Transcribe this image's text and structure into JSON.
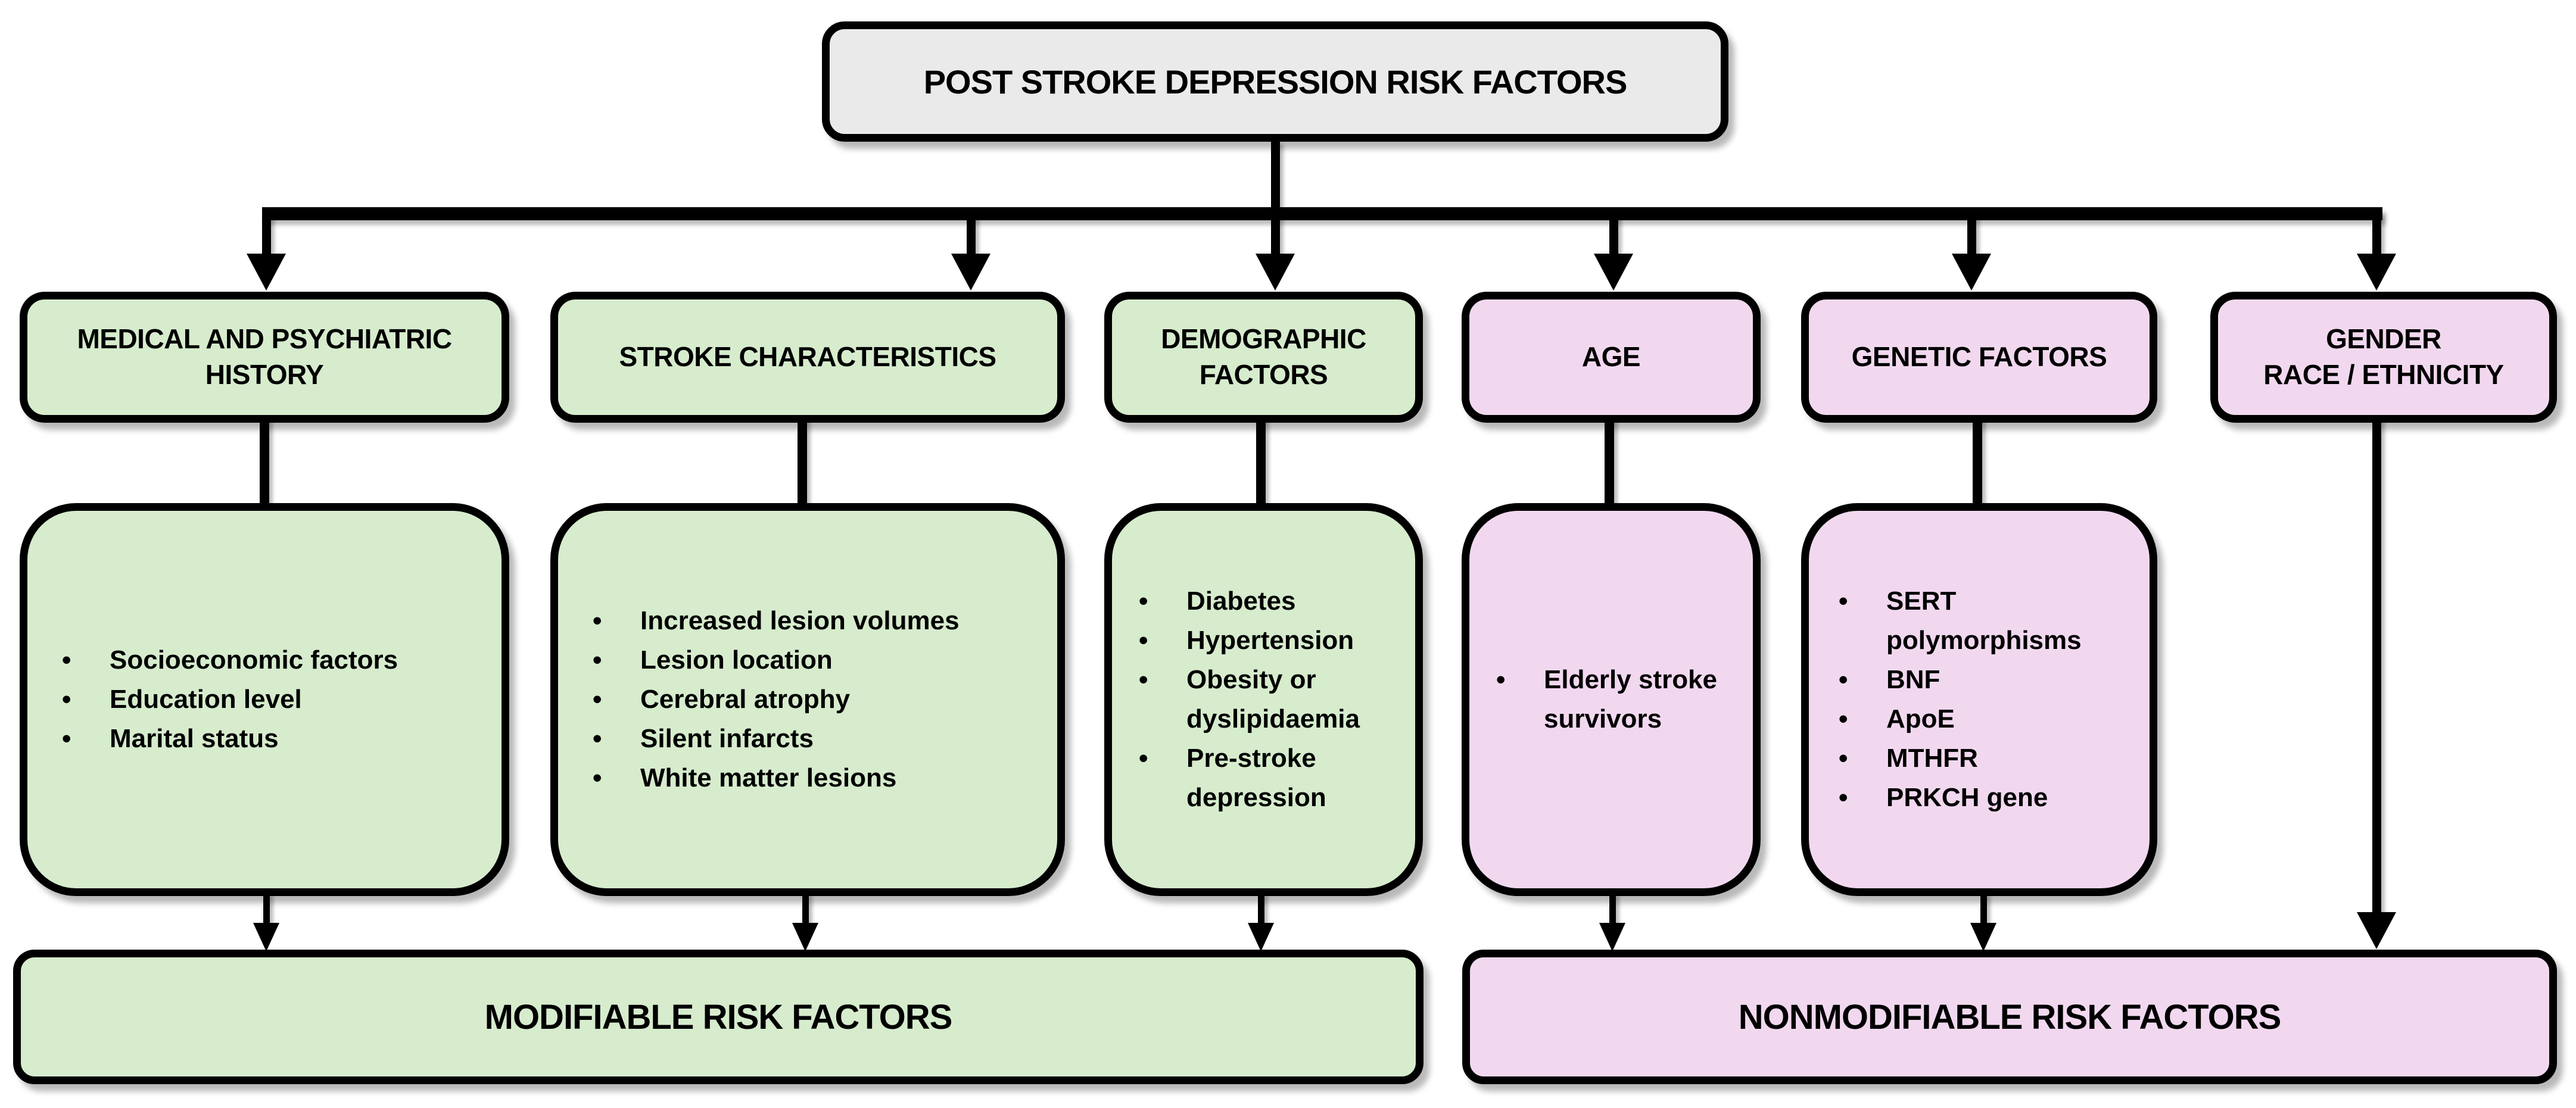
{
  "title": "POST STROKE DEPRESSION RISK FACTORS",
  "colors": {
    "modifiable_green": "#d6eccd",
    "nonmodifiable_pink": "#f1d8ef",
    "header_gray": "#eaeaea",
    "outline_black": "#000000"
  },
  "categories": {
    "medical": {
      "label_lines": [
        "MEDICAL AND PSYCHIATRIC",
        "HISTORY"
      ],
      "items": [
        "Socioeconomic factors",
        "Education level",
        "Marital status"
      ]
    },
    "stroke": {
      "label": "STROKE CHARACTERISTICS",
      "items": [
        "Increased lesion volumes",
        "Lesion location",
        "Cerebral atrophy",
        "Silent infarcts",
        "White matter lesions"
      ]
    },
    "demographic": {
      "label_lines": [
        "DEMOGRAPHIC",
        "FACTORS"
      ],
      "items": [
        "Diabetes",
        "Hypertension",
        "Obesity or dyslipidaemia",
        "Pre-stroke depression"
      ]
    },
    "age": {
      "label": "AGE",
      "items": [
        "Elderly stroke survivors"
      ]
    },
    "genetic": {
      "label": "GENETIC FACTORS",
      "items": [
        "SERT polymorphisms",
        "BNF",
        "ApoE",
        "MTHFR",
        "PRKCH gene"
      ]
    },
    "gender": {
      "label_lines": [
        "GENDER",
        "RACE / ETHNICITY"
      ]
    }
  },
  "footers": {
    "modifiable": "MODIFIABLE RISK FACTORS",
    "nonmodifiable": "NONMODIFIABLE RISK FACTORS"
  }
}
